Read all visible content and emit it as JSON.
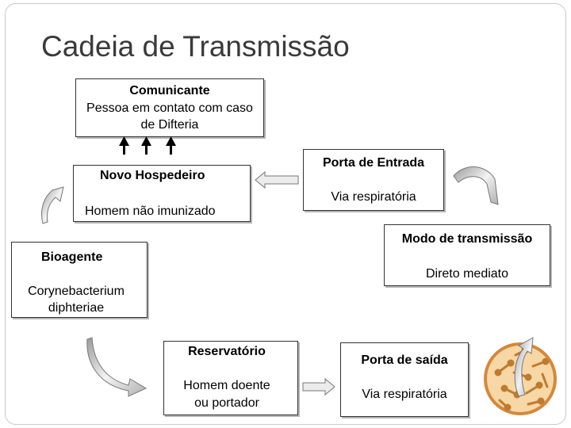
{
  "title": "Cadeia de Transmissão",
  "comunicante": {
    "heading": "Comunicante",
    "line1": "Pessoa em contato com caso",
    "line2": "de Difteria"
  },
  "porta_entrada": {
    "heading": "Porta de Entrada",
    "value": "Via respiratória"
  },
  "novo_hospedeiro": {
    "heading": "Novo Hospedeiro",
    "value": "Homem não imunizado"
  },
  "modo_transmissao": {
    "heading": "Modo de transmissão",
    "value": "Direto mediato"
  },
  "bioagente": {
    "heading": "Bioagente",
    "line1": "Corynebacterium",
    "line2": "diphteriae"
  },
  "reservatorio": {
    "heading": "Reservatório",
    "line1": "Homem doente",
    "line2": "ou portador"
  },
  "porta_saida": {
    "heading": "Porta de saída",
    "value": "Via respiratória"
  },
  "colors": {
    "box_border": "#333333",
    "arrow_fill": "#e6e6e6",
    "dish_fill": "#f7d7a6",
    "dish_border": "#d5883a",
    "bacteria": "#c07a2f"
  },
  "icons": [
    "up-arrow-icon",
    "block-arrow-icon",
    "curved-arrow-icon",
    "petri-dish-icon"
  ]
}
